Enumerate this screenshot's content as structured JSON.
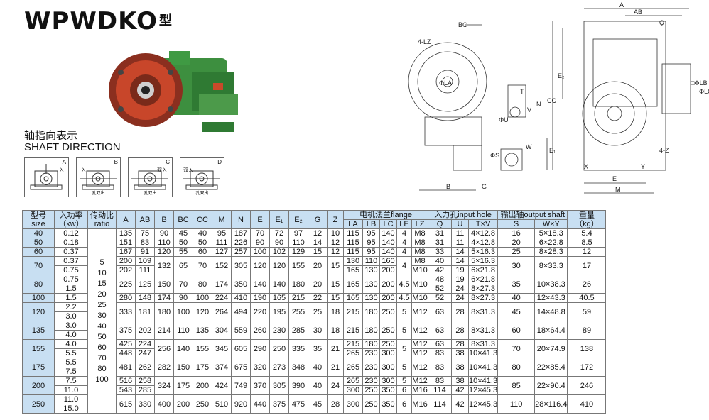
{
  "title": {
    "model": "WPWDKO",
    "suffix": "型"
  },
  "shaft_direction": {
    "cn": "轴指向表示",
    "en": "SHAFT DIRECTION",
    "panels": [
      {
        "tag": "A",
        "cn": "入",
        "sub": ""
      },
      {
        "tag": "B",
        "cn": "入",
        "sub": "孔双出"
      },
      {
        "tag": "C",
        "cn": "双入",
        "sub": "孔双出"
      },
      {
        "tag": "D",
        "cn": "双入",
        "sub": "孔双出"
      }
    ]
  },
  "drawing_labels": {
    "bc": "BC",
    "four_lz": "4-LZ",
    "b": "B",
    "g": "G",
    "a": "A",
    "ab": "AB",
    "q": "Q",
    "e2": "E₂",
    "cc": "CC",
    "n": "N",
    "e1": "E₁",
    "lb": "□ΦLB",
    "lc": "ΦLC",
    "four_z": "4-Z",
    "e": "E",
    "m": "M",
    "t": "T",
    "v": "V",
    "u": "ΦU",
    "s": "ΦS",
    "w": "W",
    "x": "X",
    "y": "Y",
    "la": "ΦLA"
  },
  "table": {
    "headers": {
      "size": [
        "型号",
        "size"
      ],
      "power": [
        "入功率",
        "（kw）"
      ],
      "ratio": [
        "传动比",
        "ratio"
      ],
      "cols": [
        "A",
        "AB",
        "B",
        "BC",
        "CC",
        "M",
        "N",
        "E",
        "E₁",
        "E₂",
        "G",
        "Z"
      ],
      "flange": "电机法兰flange",
      "flange_cols": [
        "LA",
        "LB",
        "LC",
        "LE",
        "LZ"
      ],
      "input": "入力孔input hole",
      "input_cols": [
        "Q",
        "U",
        "T×V"
      ],
      "output": "输出轴output shaft",
      "output_cols": [
        "S",
        "W×Y"
      ],
      "weight": [
        "重量",
        "（kg）"
      ]
    },
    "ratios": [
      "5",
      "10",
      "15",
      "20",
      "25",
      "30",
      "40",
      "50",
      "60",
      "70",
      "80",
      "100"
    ],
    "rows": [
      {
        "size": "40",
        "power": [
          "0.12"
        ],
        "dims": [
          "135",
          "75",
          "90",
          "45",
          "40",
          "95",
          "187",
          "70",
          "72",
          "97",
          "12",
          "10"
        ],
        "flange": [
          [
            "115",
            "95",
            "140"
          ]
        ],
        "le": "4",
        "lz": [
          "M8"
        ],
        "input": [
          [
            "31",
            "11",
            "4×12.8"
          ]
        ],
        "s": "16",
        "wy": "5×18.3",
        "kg": "5.4"
      },
      {
        "size": "50",
        "power": [
          "0.18"
        ],
        "dims": [
          "151",
          "83",
          "110",
          "50",
          "50",
          "111",
          "226",
          "90",
          "90",
          "110",
          "14",
          "12"
        ],
        "flange": [
          [
            "115",
            "95",
            "140"
          ]
        ],
        "le": "4",
        "lz": [
          "M8"
        ],
        "input": [
          [
            "31",
            "11",
            "4×12.8"
          ]
        ],
        "s": "20",
        "wy": "6×22.8",
        "kg": "8.5"
      },
      {
        "size": "60",
        "power": [
          "0.37"
        ],
        "dims": [
          "167",
          "91",
          "120",
          "55",
          "60",
          "127",
          "257",
          "100",
          "102",
          "129",
          "15",
          "12"
        ],
        "flange": [
          [
            "115",
            "95",
            "140"
          ]
        ],
        "le": "4",
        "lz": [
          "M8"
        ],
        "input": [
          [
            "33",
            "14",
            "5×16.3"
          ]
        ],
        "s": "25",
        "wy": "8×28.3",
        "kg": "12"
      },
      {
        "size": "70",
        "power": [
          "0.37",
          "0.75"
        ],
        "dims2": [
          [
            "200",
            "109"
          ],
          [
            "202",
            "111"
          ]
        ],
        "dims": [
          "132",
          "65",
          "70",
          "152",
          "305",
          "120",
          "120",
          "155",
          "20",
          "15"
        ],
        "flange": [
          [
            "130",
            "110",
            "160"
          ],
          [
            "165",
            "130",
            "200"
          ]
        ],
        "le": "4",
        "lz": [
          "M8",
          "M10"
        ],
        "input": [
          [
            "40",
            "14",
            "5×16.3"
          ],
          [
            "42",
            "19",
            "6×21.8"
          ]
        ],
        "s": "30",
        "wy": "8×33.3",
        "kg": "17"
      },
      {
        "size": "80",
        "power": [
          "0.75",
          "1.5"
        ],
        "dims": [
          "225",
          "125",
          "150",
          "70",
          "80",
          "174",
          "350",
          "140",
          "140",
          "180",
          "20",
          "15"
        ],
        "flange": [
          [
            "165",
            "130",
            "200"
          ]
        ],
        "le": "4.5",
        "lz": [
          "M10"
        ],
        "input": [
          [
            "48",
            "19",
            "6×21.8"
          ],
          [
            "52",
            "24",
            "8×27.3"
          ]
        ],
        "s": "35",
        "wy": "10×38.3",
        "kg": "26"
      },
      {
        "size": "100",
        "power": [
          "1.5"
        ],
        "dims": [
          "280",
          "148",
          "174",
          "90",
          "100",
          "224",
          "410",
          "190",
          "165",
          "215",
          "22",
          "15"
        ],
        "flange": [
          [
            "165",
            "130",
            "200"
          ]
        ],
        "le": "4.5",
        "lz": [
          "M10"
        ],
        "input": [
          [
            "52",
            "24",
            "8×27.3"
          ]
        ],
        "s": "40",
        "wy": "12×43.3",
        "kg": "40.5"
      },
      {
        "size": "120",
        "power": [
          "2.2",
          "3.0"
        ],
        "dims": [
          "333",
          "181",
          "180",
          "100",
          "120",
          "264",
          "494",
          "220",
          "195",
          "255",
          "25",
          "18"
        ],
        "flange": [
          [
            "215",
            "180",
            "250"
          ]
        ],
        "le": "5",
        "lz": [
          "M12"
        ],
        "input": [
          [
            "63",
            "28",
            "8×31.3"
          ]
        ],
        "s": "45",
        "wy": "14×48.8",
        "kg": "59"
      },
      {
        "size": "135",
        "power": [
          "3.0",
          "4.0"
        ],
        "dims": [
          "375",
          "202",
          "214",
          "110",
          "135",
          "304",
          "559",
          "260",
          "230",
          "285",
          "30",
          "18"
        ],
        "flange": [
          [
            "215",
            "180",
            "250"
          ]
        ],
        "le": "5",
        "lz": [
          "M12"
        ],
        "input": [
          [
            "63",
            "28",
            "8×31.3"
          ]
        ],
        "s": "60",
        "wy": "18×64.4",
        "kg": "89"
      },
      {
        "size": "155",
        "power": [
          "4.0",
          "5.5"
        ],
        "dims2": [
          [
            "425",
            "224"
          ],
          [
            "448",
            "247"
          ]
        ],
        "dims": [
          "256",
          "140",
          "155",
          "345",
          "605",
          "290",
          "250",
          "335",
          "35",
          "21"
        ],
        "flange": [
          [
            "215",
            "180",
            "250"
          ],
          [
            "265",
            "230",
            "300"
          ]
        ],
        "le": "5",
        "lz": [
          "M12",
          "M12"
        ],
        "input": [
          [
            "63",
            "28",
            "8×31.3"
          ],
          [
            "83",
            "38",
            "10×41.3"
          ]
        ],
        "s": "70",
        "wy": "20×74.9",
        "kg": "138"
      },
      {
        "size": "175",
        "power": [
          "5.5",
          "7.5"
        ],
        "dims": [
          "481",
          "262",
          "282",
          "150",
          "175",
          "374",
          "675",
          "320",
          "273",
          "348",
          "40",
          "21"
        ],
        "flange": [
          [
            "265",
            "230",
            "300"
          ]
        ],
        "le": "5",
        "lz": [
          "M12"
        ],
        "input": [
          [
            "83",
            "38",
            "10×41.3"
          ]
        ],
        "s": "80",
        "wy": "22×85.4",
        "kg": "172"
      },
      {
        "size": "200",
        "power": [
          "7.5",
          "11.0"
        ],
        "dims2": [
          [
            "516",
            "258"
          ],
          [
            "543",
            "285"
          ]
        ],
        "dims": [
          "324",
          "175",
          "200",
          "424",
          "749",
          "370",
          "305",
          "390",
          "40",
          "24"
        ],
        "flange": [
          [
            "265",
            "230",
            "300"
          ],
          [
            "300",
            "250",
            "350"
          ]
        ],
        "le2": [
          "5",
          "6"
        ],
        "lz": [
          "M12",
          "M16"
        ],
        "input": [
          [
            "83",
            "38",
            "10×41.3"
          ],
          [
            "114",
            "42",
            "12×45.3"
          ]
        ],
        "s": "85",
        "wy": "22×90.4",
        "kg": "246"
      },
      {
        "size": "250",
        "power": [
          "11.0",
          "15.0"
        ],
        "dims": [
          "615",
          "330",
          "400",
          "200",
          "250",
          "510",
          "920",
          "440",
          "375",
          "475",
          "45",
          "28"
        ],
        "flange": [
          [
            "300",
            "250",
            "350"
          ]
        ],
        "le": "6",
        "lz": [
          "M16"
        ],
        "input": [
          [
            "114",
            "42",
            "12×45.3"
          ]
        ],
        "s": "110",
        "wy": "28×116.4",
        "kg": "410"
      }
    ]
  }
}
